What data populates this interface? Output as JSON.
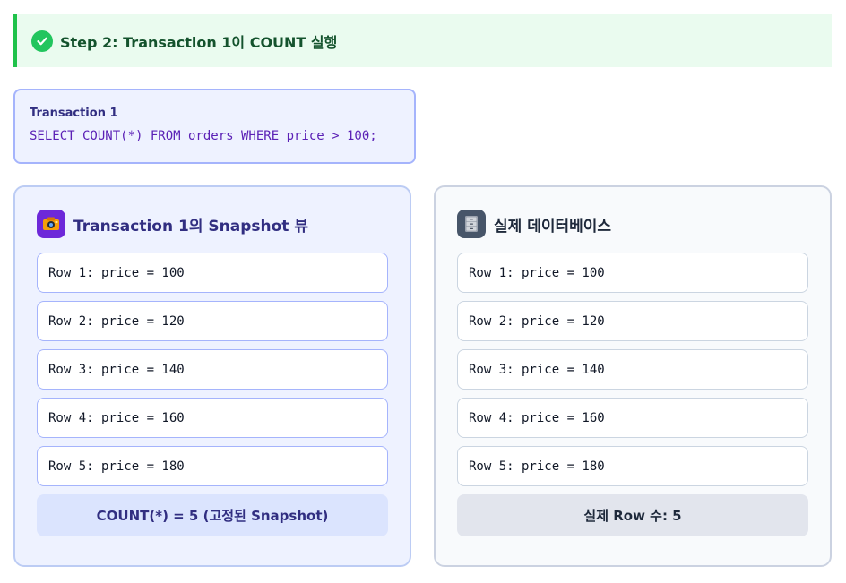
{
  "step": {
    "title": "Step 2: Transaction 1이 COUNT 실행",
    "icon": "check-circle-icon",
    "accent": "#22c55e"
  },
  "sql": {
    "label": "Transaction 1",
    "code": "SELECT COUNT(*) FROM orders WHERE price > 100;"
  },
  "snapshot": {
    "icon": "camera-icon",
    "title": "Transaction 1의 Snapshot 뷰",
    "rows": [
      "Row 1: price = 100",
      "Row 2: price = 120",
      "Row 3: price = 140",
      "Row 4: price = 160",
      "Row 5: price = 180"
    ],
    "summary": "COUNT(*) = 5 (고정된 Snapshot)"
  },
  "actual": {
    "icon": "file-cabinet-icon",
    "title": "실제 데이터베이스",
    "rows": [
      "Row 1: price = 100",
      "Row 2: price = 120",
      "Row 3: price = 140",
      "Row 4: price = 160",
      "Row 5: price = 180"
    ],
    "summary": "실제 Row 수: 5"
  }
}
